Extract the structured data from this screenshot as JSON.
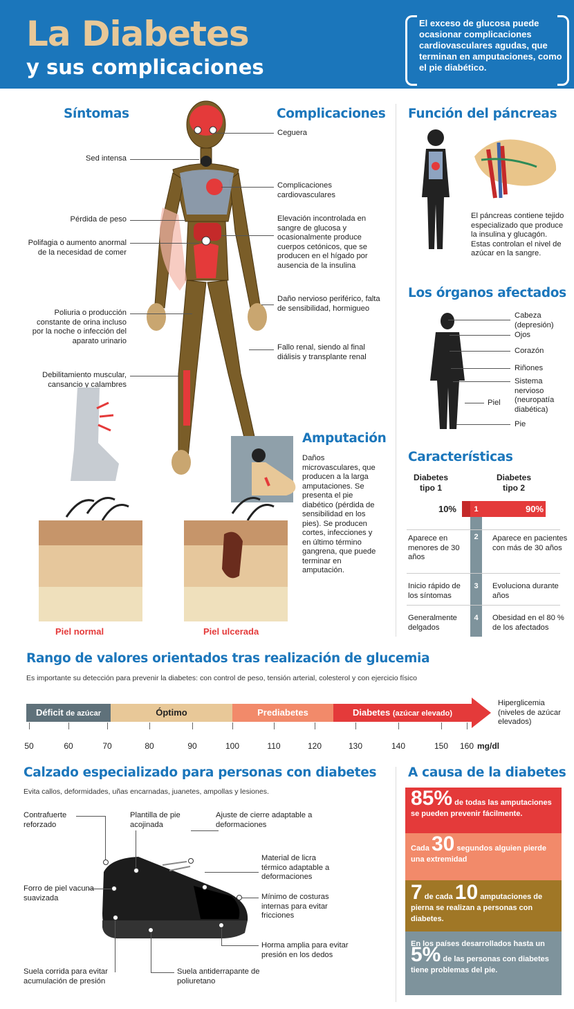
{
  "header": {
    "title_line1": "La Diabetes",
    "title_line2": "y sus complicaciones",
    "intro": "El exceso de glucosa puede ocasionar complicaciones cardiovasculares agudas, que terminan en amputaciones, como el pie diabético."
  },
  "sintomas": {
    "title": "Síntomas",
    "items": [
      "Sed intensa",
      "Pérdida de peso",
      "Polifagia o aumento anormal de la necesidad de comer",
      "Poliuria o producción constante de orina incluso por la noche o infección del aparato urinario",
      "Debilitamiento muscular, cansancio y calambres"
    ]
  },
  "complicaciones": {
    "title": "Complicaciones",
    "items": [
      "Ceguera",
      "Complicaciones cardiovasculares",
      "Elevación incontrolada en sangre de glucosa y ocasionalmente produce cuerpos cetónicos, que se producen en el hígado por ausencia de la insulina",
      "Daño nervioso periférico, falta de sensibilidad, hormigueo",
      "Fallo renal, siendo al final diálisis y transplante renal"
    ]
  },
  "amputacion": {
    "title": "Amputación",
    "text": "Daños microvasculares, que producen a la larga amputaciones. Se presenta el pie diabético (pérdida de sensibilidad en los pies). Se producen cortes, infecciones y en último término gangrena, que puede terminar en amputación."
  },
  "skin": {
    "normal": "Piel normal",
    "ulcerada": "Piel ulcerada"
  },
  "pancreas": {
    "title": "Función del páncreas",
    "text": "El páncreas contiene tejido especializado que produce la insulina y glucagón. Estas controlan el nivel de azúcar en la sangre."
  },
  "organos": {
    "title": "Los órganos afectados",
    "items": [
      "Cabeza (depresión)",
      "Ojos",
      "Corazón",
      "Riñones",
      "Sistema nervioso (neuropatía diabética)",
      "Piel",
      "Pie"
    ]
  },
  "caracteristicas": {
    "title": "Características",
    "col1": "Diabetes tipo 1",
    "col2": "Diabetes tipo 2",
    "rows": [
      {
        "n": "1",
        "t1": "10%",
        "t2": "90%",
        "share_tipo1": 0.1
      },
      {
        "n": "2",
        "t1": "Aparece en menores de 30 años",
        "t2": "Aparece en pacientes con más de 30 años"
      },
      {
        "n": "3",
        "t1": "Inicio rápido de los síntomas",
        "t2": "Evoluciona durante años"
      },
      {
        "n": "4",
        "t1": "Generalmente delgados",
        "t2": "Obesidad en el 80 % de los afectados"
      }
    ]
  },
  "glucemia": {
    "title": "Rango de valores orientados tras realización de glucemia",
    "subtitle": "Es importante su detección para prevenir la diabetes: con control de peso, tensión arterial, colesterol y con ejercicio físico",
    "segments": [
      {
        "label": "Déficit",
        "sublabel": "de azúcar",
        "from": 50,
        "to": 70,
        "color": "#5f717a",
        "text_color": "#ffffff"
      },
      {
        "label": "Óptimo",
        "sublabel": "",
        "from": 70,
        "to": 100,
        "color": "#e8c898",
        "text_color": "#222222"
      },
      {
        "label": "Prediabetes",
        "sublabel": "",
        "from": 100,
        "to": 126,
        "color": "#f28a6a",
        "text_color": "#ffffff"
      },
      {
        "label": "Diabetes",
        "sublabel": "(azúcar elevado)",
        "from": 126,
        "to": 160,
        "color": "#e43a3a",
        "text_color": "#ffffff"
      }
    ],
    "ticks": [
      "50",
      "60",
      "70",
      "80",
      "90",
      "100",
      "110",
      "120",
      "130",
      "140",
      "150",
      "160"
    ],
    "unit": "mg/dl",
    "hyper": "Hiperglicemia (niveles de azúcar elevados)"
  },
  "calzado": {
    "title": "Calzado especializado para personas con diabetes",
    "subtitle": "Evita callos, deformidades, uñas encarnadas, juanetes, ampollas y lesiones.",
    "parts": [
      "Contrafuerte reforzado",
      "Plantilla de pie acojinada",
      "Ajuste de cierre adaptable a deformaciones",
      "Material de licra térmico adaptable a deformaciones",
      "Forro de piel vacuna suavizada",
      "Mínimo de costuras internas para evitar fricciones",
      "Horma amplia para evitar presión en los dedos",
      "Suela corrida para evitar acumulación de presión",
      "Suela antiderrapante de poliuretano"
    ]
  },
  "causa": {
    "title": "A causa de la diabetes",
    "stats": [
      {
        "big": "85%",
        "text": "de todas las amputaciones se pueden prevenir fácilmente.",
        "color": "#e43a3a"
      },
      {
        "pre": "Cada",
        "big": "30",
        "text": "segundos alguien pierde una extremidad",
        "color": "#f28a6a"
      },
      {
        "big": "7",
        "mid": "de cada",
        "big2": "10",
        "text": "amputaciones de pierna se realizan a personas con diabetes.",
        "color": "#a07726"
      },
      {
        "pre": "En los países desarrollados hasta un",
        "big": "5%",
        "text": "de las personas con diabetes tiene problemas del pie.",
        "color": "#7e939c"
      }
    ]
  }
}
